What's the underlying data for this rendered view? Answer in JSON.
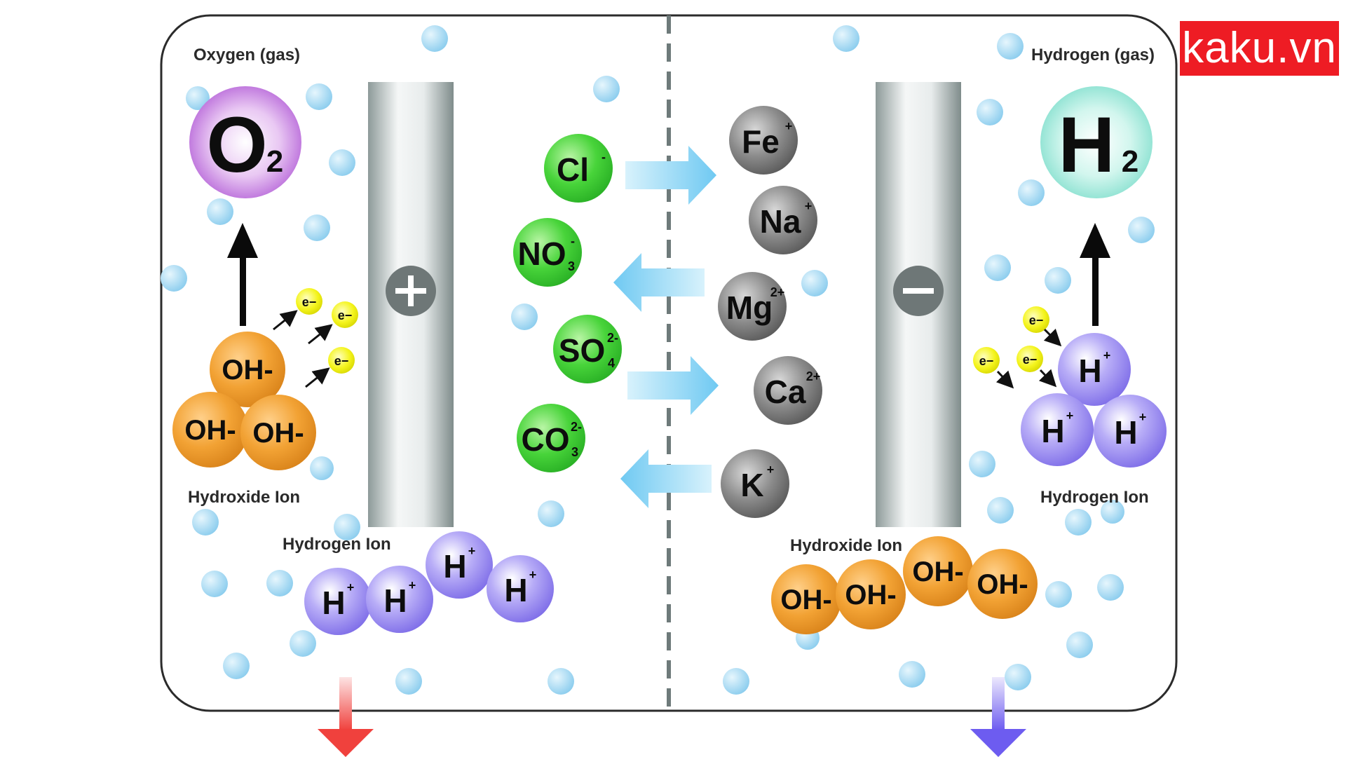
{
  "brand": {
    "text": "kaku.vn"
  },
  "labels": {
    "oxygen_gas": "Oxygen (gas)",
    "hydrogen_gas": "Hydrogen (gas)",
    "hydroxide_ion_left": "Hydroxide Ion",
    "hydrogen_ion_right": "Hydrogen Ion",
    "hydrogen_ion_bottom": "Hydrogen Ion",
    "hydroxide_ion_bottom": "Hydroxide Ion"
  },
  "electrodes": {
    "anode_symbol": "+",
    "cathode_symbol": "−"
  },
  "gases": {
    "oxygen": {
      "main": "O",
      "sub": "2"
    },
    "hydrogen": {
      "main": "H",
      "sub": "2"
    }
  },
  "electron_label": "e−",
  "anions": [
    {
      "main": "Cl",
      "sup": "-",
      "sub": ""
    },
    {
      "main": "NO",
      "sup": "-",
      "sub": "3"
    },
    {
      "main": "SO",
      "sup": "2-",
      "sub": "4"
    },
    {
      "main": "CO",
      "sup": "2-",
      "sub": "3"
    }
  ],
  "cations": [
    {
      "main": "Fe",
      "sup": "+"
    },
    {
      "main": "Na",
      "sup": "+"
    },
    {
      "main": "Mg",
      "sup": "2+"
    },
    {
      "main": "Ca",
      "sup": "2+"
    },
    {
      "main": "K",
      "sup": "+"
    }
  ],
  "hydroxide_label": "OH-",
  "hydrogen_ion": {
    "main": "H",
    "sup": "+"
  },
  "colors": {
    "anion": "#3fcf3c",
    "cation": "#7d7d7d",
    "hydroxide": "#f0a030",
    "hydrogen_ion": "#9a8cf0",
    "electron": "#f2f21a",
    "oxygen_glow": "#c27be0",
    "hydrogen_glow": "#8fe6d6",
    "bubble": "#a9dcf5",
    "flow_arrow": "#8fd6f5",
    "brand_bg": "#ee1c24"
  }
}
